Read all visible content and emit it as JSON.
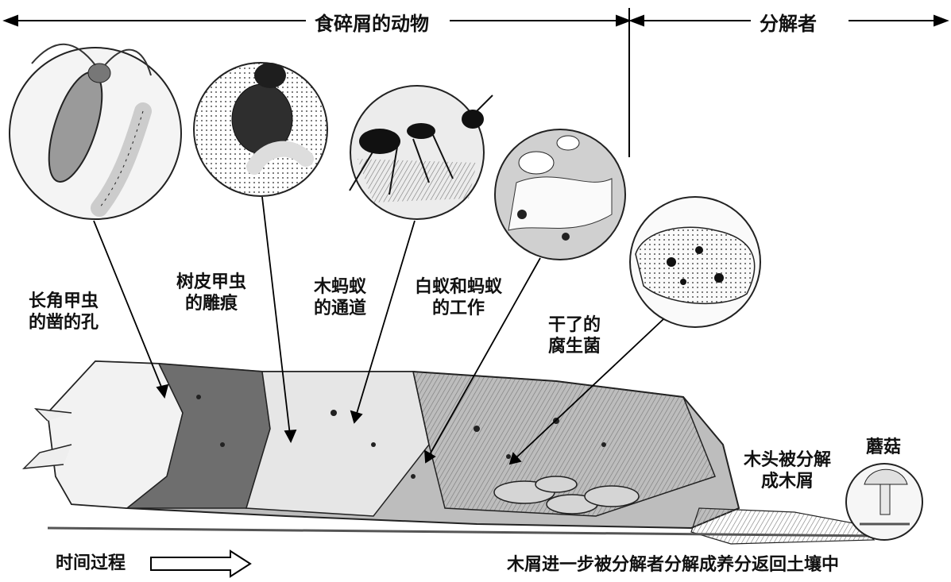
{
  "header": {
    "detritivores": "食碎屑的动物",
    "decomposers": "分解者"
  },
  "labels": {
    "longhorn": "长角甲虫\n的凿的孔",
    "bark_beetle": "树皮甲虫\n的雕痕",
    "carpenter_ant": "木蚂蚁\n的通道",
    "termite_ant": "白蚁和蚂蚁\n的工作",
    "fungus": "干了的\n腐生菌",
    "wood_decomposed": "木头被分解\n成木屑",
    "mushroom": "蘑菇",
    "time": "时间过程",
    "bottom": "木屑进一步被分解者分解成养分返回土壤中"
  }
}
